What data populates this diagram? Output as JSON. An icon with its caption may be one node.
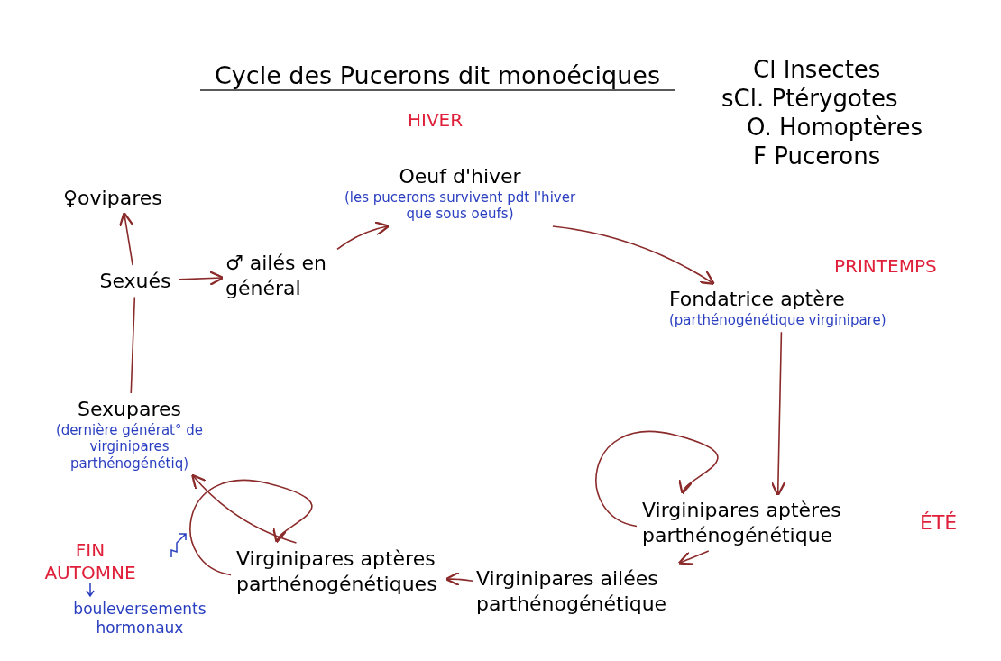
{
  "diagram": {
    "title": "Cycle des Pucerons dit monoéciques",
    "nodes": [
      {
        "text": [
          "Oeuf d'hiver",
          "(les pucerons survivent pdt l'hiver que sous oeufs)"
        ]
      },
      {
        "text": [
          "Fondatrice aptère",
          "(parthénogénétique virginipare)"
        ]
      },
      {
        "text": [
          "Virginipares aptères parthénogénétique"
        ]
      },
      {
        "text": [
          "Virginipares ailées parthénogénétique"
        ]
      },
      {
        "text": [
          "Virginipares aptères parthénogénétiques"
        ]
      },
      {
        "text": [
          "Sexupares",
          "(dernière générat° de virginipares parthénogénétiq)"
        ]
      },
      {
        "text": [
          "Sexués"
        ]
      },
      {
        "text": [
          "♂ ailés en général"
        ]
      },
      {
        "text": [
          "♀ovipares"
        ]
      }
    ],
    "edges": [
      {
        "from": 7,
        "to": 0,
        "arrow": "to"
      },
      {
        "from": 0,
        "to": 1,
        "arrow": "to"
      },
      {
        "from": 1,
        "to": 2,
        "arrow": "to"
      },
      {
        "from": 2,
        "to": 2,
        "arrow": "to"
      },
      {
        "from": 2,
        "to": 3,
        "arrow": "to"
      },
      {
        "from": 3,
        "to": 4,
        "arrow": "to"
      },
      {
        "from": 4,
        "to": 4,
        "arrow": "to"
      },
      {
        "from": 4,
        "to": 5,
        "arrow": "to"
      },
      {
        "from": 5,
        "to": 6,
        "arrow": "none"
      },
      {
        "from": 6,
        "to": 8,
        "arrow": "to"
      },
      {
        "from": 6,
        "to": 7,
        "arrow": "to"
      }
    ],
    "labels": [
      "Cl Insectes",
      "sCl. Ptérygotes",
      "O. Homoptères",
      "F Pucerons",
      "HIVER",
      "PRINTEMPS",
      "ÉTÉ",
      "FIN AUTOMNE",
      "bouleversements hormonaux"
    ]
  }
}
